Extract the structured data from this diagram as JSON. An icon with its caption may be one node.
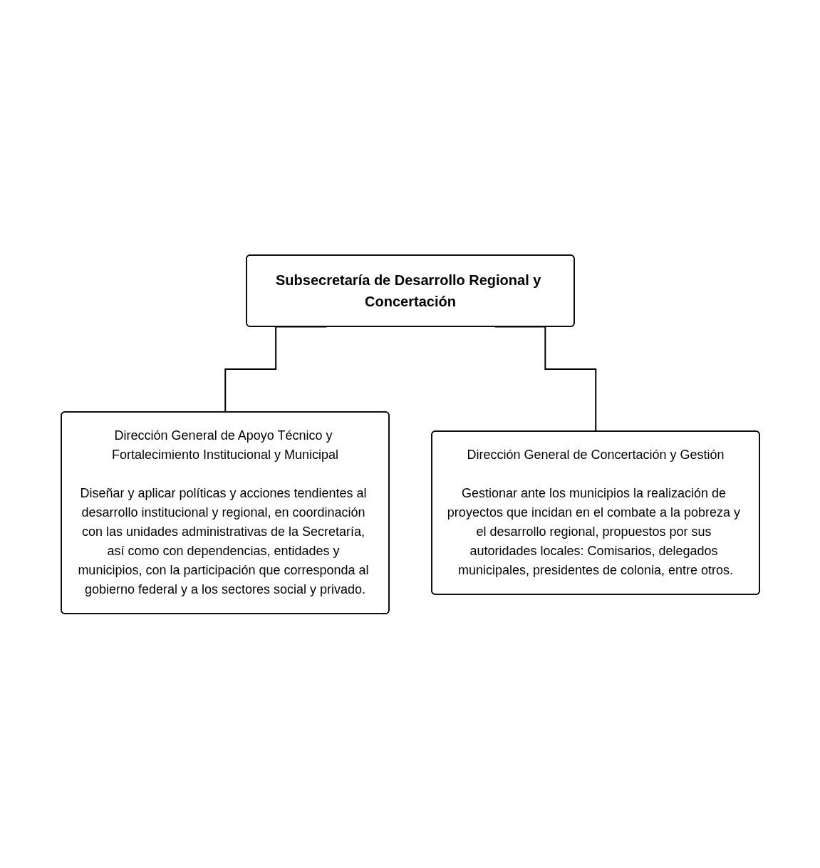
{
  "diagram": {
    "nodes": [
      {
        "text": [
          "Subsecretaría de Desarrollo Regional y Concertación"
        ]
      },
      {
        "text": [
          "Dirección General de Apoyo Técnico y Fortalecimiento Institucional y Municipal",
          "Diseñar y aplicar políticas y acciones tendientes al desarrollo institucional y regional, en coordinación con las unidades administrativas de la Secretaría, así como con dependencias, entidades y municipios, con la participación que corresponda al gobierno federal y a los sectores social y privado."
        ]
      },
      {
        "text": [
          "Dirección General de Concertación y Gestión",
          "Gestionar ante los municipios la realización de proyectos que incidan en el combate a la pobreza y el desarrollo regional, propuestos por sus autoridades locales: Comisarios, delegados municipales, presidentes de colonia, entre otros."
        ]
      }
    ],
    "edges": [
      {
        "from": 0,
        "to": 1,
        "arrow": "none"
      },
      {
        "from": 0,
        "to": 2,
        "arrow": "none"
      }
    ]
  }
}
